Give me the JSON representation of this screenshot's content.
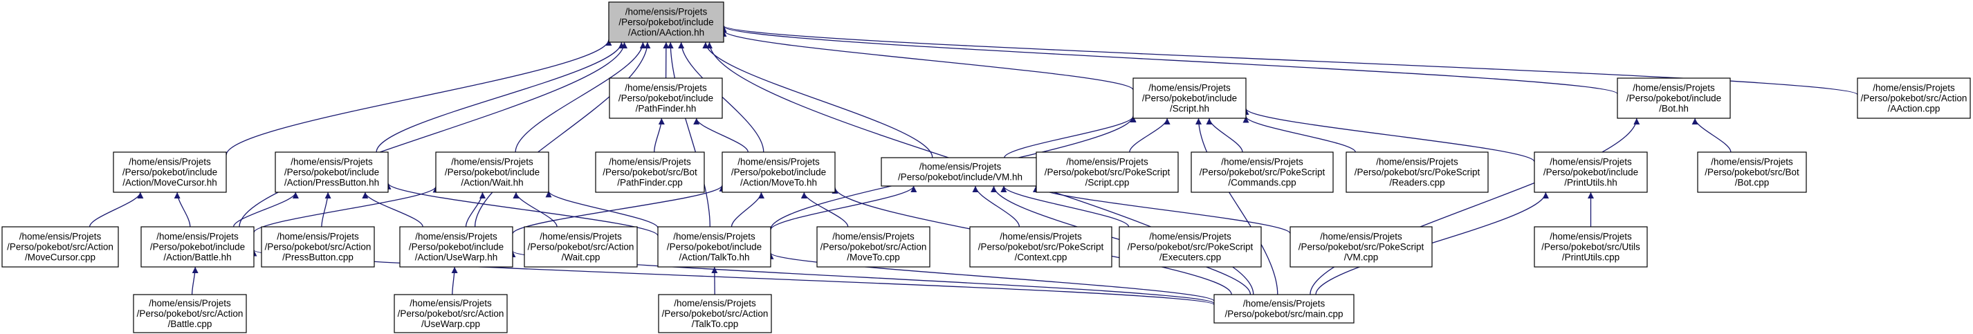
{
  "diagram": {
    "nodes": [
      {
        "id": "aaction_hh",
        "lines": [
          "/home/ensis/Projets",
          "/Perso/pokebot/include",
          "/Action/AAction.hh"
        ],
        "root": true
      },
      {
        "id": "movecursor_hh",
        "lines": [
          "/home/ensis/Projets",
          "/Perso/pokebot/include",
          "/Action/MoveCursor.hh"
        ]
      },
      {
        "id": "pressbutton_hh",
        "lines": [
          "/home/ensis/Projets",
          "/Perso/pokebot/include",
          "/Action/PressButton.hh"
        ]
      },
      {
        "id": "wait_hh",
        "lines": [
          "/home/ensis/Projets",
          "/Perso/pokebot/include",
          "/Action/Wait.hh"
        ]
      },
      {
        "id": "pathfinder_hh",
        "lines": [
          "/home/ensis/Projets",
          "/Perso/pokebot/include",
          "/PathFinder.hh"
        ]
      },
      {
        "id": "script_hh",
        "lines": [
          "/home/ensis/Projets",
          "/Perso/pokebot/include",
          "/Script.hh"
        ]
      },
      {
        "id": "bot_hh",
        "lines": [
          "/home/ensis/Projets",
          "/Perso/pokebot/include",
          "/Bot.hh"
        ]
      },
      {
        "id": "aaction_cpp",
        "lines": [
          "/home/ensis/Projets",
          "/Perso/pokebot/src/Action",
          "/AAction.cpp"
        ]
      },
      {
        "id": "pathfinder_cpp",
        "lines": [
          "/home/ensis/Projets",
          "/Perso/pokebot/src/Bot",
          "/PathFinder.cpp"
        ]
      },
      {
        "id": "moveto_hh",
        "lines": [
          "/home/ensis/Projets",
          "/Perso/pokebot/include",
          "/Action/MoveTo.hh"
        ]
      },
      {
        "id": "vm_hh",
        "lines": [
          "/home/ensis/Projets",
          "/Perso/pokebot/include/VM.hh"
        ]
      },
      {
        "id": "script_cpp",
        "lines": [
          "/home/ensis/Projets",
          "/Perso/pokebot/src/PokeScript",
          "/Script.cpp"
        ]
      },
      {
        "id": "commands_cpp",
        "lines": [
          "/home/ensis/Projets",
          "/Perso/pokebot/src/PokeScript",
          "/Commands.cpp"
        ]
      },
      {
        "id": "readers_cpp",
        "lines": [
          "/home/ensis/Projets",
          "/Perso/pokebot/src/PokeScript",
          "/Readers.cpp"
        ]
      },
      {
        "id": "printutils_hh",
        "lines": [
          "/home/ensis/Projets",
          "/Perso/pokebot/include",
          "/PrintUtils.hh"
        ]
      },
      {
        "id": "bot_cpp",
        "lines": [
          "/home/ensis/Projets",
          "/Perso/pokebot/src/Bot",
          "/Bot.cpp"
        ]
      },
      {
        "id": "movecursor_cpp",
        "lines": [
          "/home/ensis/Projets",
          "/Perso/pokebot/src/Action",
          "/MoveCursor.cpp"
        ]
      },
      {
        "id": "battle_hh",
        "lines": [
          "/home/ensis/Projets",
          "/Perso/pokebot/include",
          "/Action/Battle.hh"
        ]
      },
      {
        "id": "pressbutton_cpp",
        "lines": [
          "/home/ensis/Projets",
          "/Perso/pokebot/src/Action",
          "/PressButton.cpp"
        ]
      },
      {
        "id": "usewarp_hh",
        "lines": [
          "/home/ensis/Projets",
          "/Perso/pokebot/include",
          "/Action/UseWarp.hh"
        ]
      },
      {
        "id": "wait_cpp",
        "lines": [
          "/home/ensis/Projets",
          "/Perso/pokebot/src/Action",
          "/Wait.cpp"
        ]
      },
      {
        "id": "talkto_hh",
        "lines": [
          "/home/ensis/Projets",
          "/Perso/pokebot/include",
          "/Action/TalkTo.hh"
        ]
      },
      {
        "id": "moveto_cpp",
        "lines": [
          "/home/ensis/Projets",
          "/Perso/pokebot/src/Action",
          "/MoveTo.cpp"
        ]
      },
      {
        "id": "context_cpp",
        "lines": [
          "/home/ensis/Projets",
          "/Perso/pokebot/src/PokeScript",
          "/Context.cpp"
        ]
      },
      {
        "id": "executers_cpp",
        "lines": [
          "/home/ensis/Projets",
          "/Perso/pokebot/src/PokeScript",
          "/Executers.cpp"
        ]
      },
      {
        "id": "vm_cpp",
        "lines": [
          "/home/ensis/Projets",
          "/Perso/pokebot/src/PokeScript",
          "/VM.cpp"
        ]
      },
      {
        "id": "printutils_cpp",
        "lines": [
          "/home/ensis/Projets",
          "/Perso/pokebot/src/Utils",
          "/PrintUtils.cpp"
        ]
      },
      {
        "id": "battle_cpp",
        "lines": [
          "/home/ensis/Projets",
          "/Perso/pokebot/src/Action",
          "/Battle.cpp"
        ]
      },
      {
        "id": "usewarp_cpp",
        "lines": [
          "/home/ensis/Projets",
          "/Perso/pokebot/src/Action",
          "/UseWarp.cpp"
        ]
      },
      {
        "id": "talkto_cpp",
        "lines": [
          "/home/ensis/Projets",
          "/Perso/pokebot/src/Action",
          "/TalkTo.cpp"
        ]
      },
      {
        "id": "main_cpp",
        "lines": [
          "/home/ensis/Projets",
          "/Perso/pokebot/src/main.cpp"
        ]
      }
    ],
    "edges": [
      [
        "aaction_hh",
        "movecursor_hh"
      ],
      [
        "aaction_hh",
        "pressbutton_hh"
      ],
      [
        "aaction_hh",
        "wait_hh"
      ],
      [
        "aaction_hh",
        "pathfinder_hh"
      ],
      [
        "aaction_hh",
        "script_hh"
      ],
      [
        "aaction_hh",
        "bot_hh"
      ],
      [
        "aaction_hh",
        "aaction_cpp"
      ],
      [
        "aaction_hh",
        "moveto_hh"
      ],
      [
        "aaction_hh",
        "vm_hh"
      ],
      [
        "aaction_hh",
        "battle_hh"
      ],
      [
        "aaction_hh",
        "usewarp_hh"
      ],
      [
        "aaction_hh",
        "talkto_hh"
      ],
      [
        "aaction_hh",
        "main_cpp"
      ],
      [
        "movecursor_hh",
        "movecursor_cpp"
      ],
      [
        "movecursor_hh",
        "battle_hh"
      ],
      [
        "pressbutton_hh",
        "battle_hh"
      ],
      [
        "pressbutton_hh",
        "pressbutton_cpp"
      ],
      [
        "pressbutton_hh",
        "usewarp_hh"
      ],
      [
        "pressbutton_hh",
        "talkto_hh"
      ],
      [
        "wait_hh",
        "battle_hh"
      ],
      [
        "wait_hh",
        "usewarp_hh"
      ],
      [
        "wait_hh",
        "wait_cpp"
      ],
      [
        "wait_hh",
        "talkto_hh"
      ],
      [
        "pathfinder_hh",
        "pathfinder_cpp"
      ],
      [
        "pathfinder_hh",
        "moveto_hh"
      ],
      [
        "moveto_hh",
        "usewarp_hh"
      ],
      [
        "moveto_hh",
        "talkto_hh"
      ],
      [
        "moveto_hh",
        "moveto_cpp"
      ],
      [
        "moveto_hh",
        "main_cpp"
      ],
      [
        "script_hh",
        "vm_hh"
      ],
      [
        "script_hh",
        "script_cpp"
      ],
      [
        "script_hh",
        "commands_cpp"
      ],
      [
        "script_hh",
        "readers_cpp"
      ],
      [
        "script_hh",
        "printutils_hh"
      ],
      [
        "script_hh",
        "talkto_hh"
      ],
      [
        "script_hh",
        "main_cpp"
      ],
      [
        "vm_hh",
        "talkto_hh"
      ],
      [
        "vm_hh",
        "context_cpp"
      ],
      [
        "vm_hh",
        "executers_cpp"
      ],
      [
        "vm_hh",
        "vm_cpp"
      ],
      [
        "vm_hh",
        "main_cpp"
      ],
      [
        "printutils_hh",
        "printutils_cpp"
      ],
      [
        "printutils_hh",
        "main_cpp"
      ],
      [
        "bot_hh",
        "bot_cpp"
      ],
      [
        "bot_hh",
        "main_cpp"
      ],
      [
        "battle_hh",
        "battle_cpp"
      ],
      [
        "battle_hh",
        "main_cpp"
      ],
      [
        "usewarp_hh",
        "usewarp_cpp"
      ],
      [
        "usewarp_hh",
        "main_cpp"
      ],
      [
        "talkto_hh",
        "talkto_cpp"
      ],
      [
        "talkto_hh",
        "main_cpp"
      ]
    ]
  }
}
